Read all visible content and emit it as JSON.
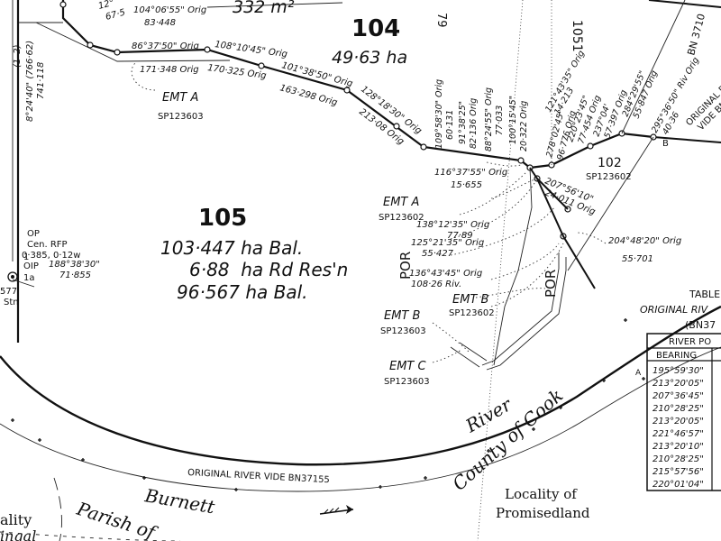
{
  "lots": {
    "lot104": {
      "number": "104",
      "area": "49·63 ha"
    },
    "lot105": {
      "number": "105",
      "area1": "103·447 ha Bal.",
      "area2": "6·88  ha Rd Res'n",
      "area3": "96·567 ha Bal."
    },
    "lot102": {
      "number": "102",
      "plan": "SP123602"
    },
    "top_area": "332 m²",
    "top_lot_partial": "79",
    "right_lot_partial": "1051"
  },
  "boundary_labels": {
    "b1": {
      "bearing": "86°37'50\" Orig",
      "distance": "171·348 Orig"
    },
    "b2": {
      "bearing": "108°10'45\" Orig",
      "distance": "170·325 Orig"
    },
    "b3": {
      "bearing": "101°38'50\" Orig",
      "distance": "163·298 Orig"
    },
    "b4": {
      "bearing": "128°18'30\" Orig",
      "distance": "213·08 Orig"
    },
    "b0": {
      "bearing": "104°06'55\" Orig",
      "distance": "83·448"
    },
    "b00": {
      "bearing": "12°",
      "distance": "67·5"
    },
    "west": {
      "bearing": "8°24'40\" (766·62)",
      "distance": "741·118",
      "tag": "(1–2)"
    }
  },
  "vertical_labels": [
    "109°58'30\" Orig",
    "60·131",
    "91°38'25\"",
    "82·136 Orig",
    "88°24'55\" Orig",
    "77·033",
    "100°15'45\"",
    "20·322 Orig",
    "121°43'35\" Orig",
    "14·213",
    "278°02'45\"",
    "96·776 Orig",
    "220°23'45\"",
    "77·454 Orig",
    "237°04'",
    "57·397 Orig",
    "284°29'55\"",
    "55·847 Orig",
    "295°36'50\" Riv Orig",
    "40·36"
  ],
  "mid_labels": {
    "l1_bearing": "116°37'55\" Orig",
    "l1_distance": "15·655",
    "l2_bearing": "207°56'10\"",
    "l2_distance": "24·011 Orig",
    "l3_bearing": "138°12'35\" Orig",
    "l3_distance": "77·89",
    "l4_bearing": "125°21'35\" Orig",
    "l4_distance": "55·427",
    "l5_bearing": "136°43'45\" Orig",
    "l5_distance": "108·26 Riv.",
    "l6_bearing": "204°48'20\" Orig",
    "l6_distance": "55·701"
  },
  "easements": {
    "emta1": {
      "label": "EMT A",
      "plan": "SP123603"
    },
    "emta2": {
      "label": "EMT A",
      "plan": "SP123602"
    },
    "emtb1": {
      "label": "EMT B",
      "plan": "SP123602"
    },
    "emtb2": {
      "label": "EMT B",
      "plan": "SP123603"
    },
    "emtc": {
      "label": "EMT C",
      "plan": "SP123603"
    }
  },
  "por_labels": [
    "POR",
    "POR"
  ],
  "west_station": {
    "op": "OP",
    "cen_rfp": "Cen. RFP",
    "dist": "0·385, 0·12w",
    "oip": "OIP",
    "bearing": "188°38'30\"",
    "distance": "71·855",
    "mark": "1a",
    "num": "1",
    "code": "577",
    "stn": "Stn"
  },
  "river": {
    "name1": "Burnett",
    "name2": "River",
    "original_vide": "ORIGINAL RIVER VIDE BN37155",
    "right_original": "ORIGINAL RIV",
    "right_vide": "VIDE BN3",
    "corner_label": "BN 3710",
    "point_b": "B"
  },
  "admin": {
    "county": "County of Cook",
    "locality_label": "Locality of",
    "locality_name": "Promisedland",
    "parish": "Parish of",
    "left_frag1": "ality",
    "left_frag2": "ingal"
  },
  "table": {
    "title1": "TABLE",
    "title2": "ORIGINAL RIV",
    "title3": "(BN37",
    "header": "RIVER PO",
    "col_bearing": "BEARING",
    "row_a_marker": "A",
    "rows": [
      "195°59'30\"",
      "213°20'05\"",
      "207°36'45\"",
      "210°28'25\"",
      "213°20'05\"",
      "221°46'57\"",
      "213°20'10\"",
      "210°28'25\"",
      "215°57'56\"",
      "220°01'04\""
    ]
  }
}
